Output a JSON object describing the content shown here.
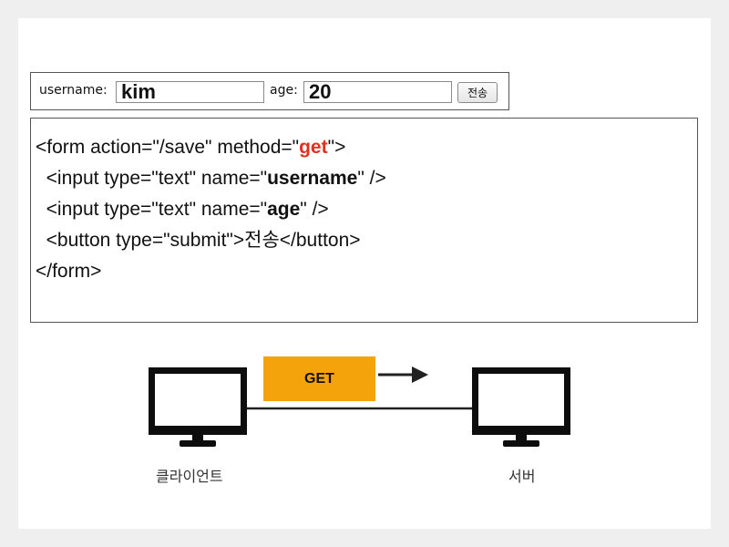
{
  "form_preview": {
    "username_label": "username:",
    "username_value": "kim",
    "age_label": "age:",
    "age_value": "20",
    "submit_label": "전송"
  },
  "code": {
    "l1_a": "<form action=\"/save\" method=\"",
    "l1_b": "get",
    "l1_c": "\">",
    "l2_a": "  <input type=\"text\" name=\"",
    "l2_b": "username",
    "l2_c": "\" />",
    "l3_a": "  <input type=\"text\" name=\"",
    "l3_b": "age",
    "l3_c": "\" />",
    "l4": "  <button type=\"submit\">전송</button>",
    "l5": "</form>"
  },
  "diagram": {
    "method_label": "GET",
    "client_label": "클라이언트",
    "server_label": "서버",
    "highlight_color": "#f5a30b",
    "method_keyword_color": "#e0301e",
    "icons": [
      "monitor-icon",
      "arrow-right-icon"
    ]
  }
}
